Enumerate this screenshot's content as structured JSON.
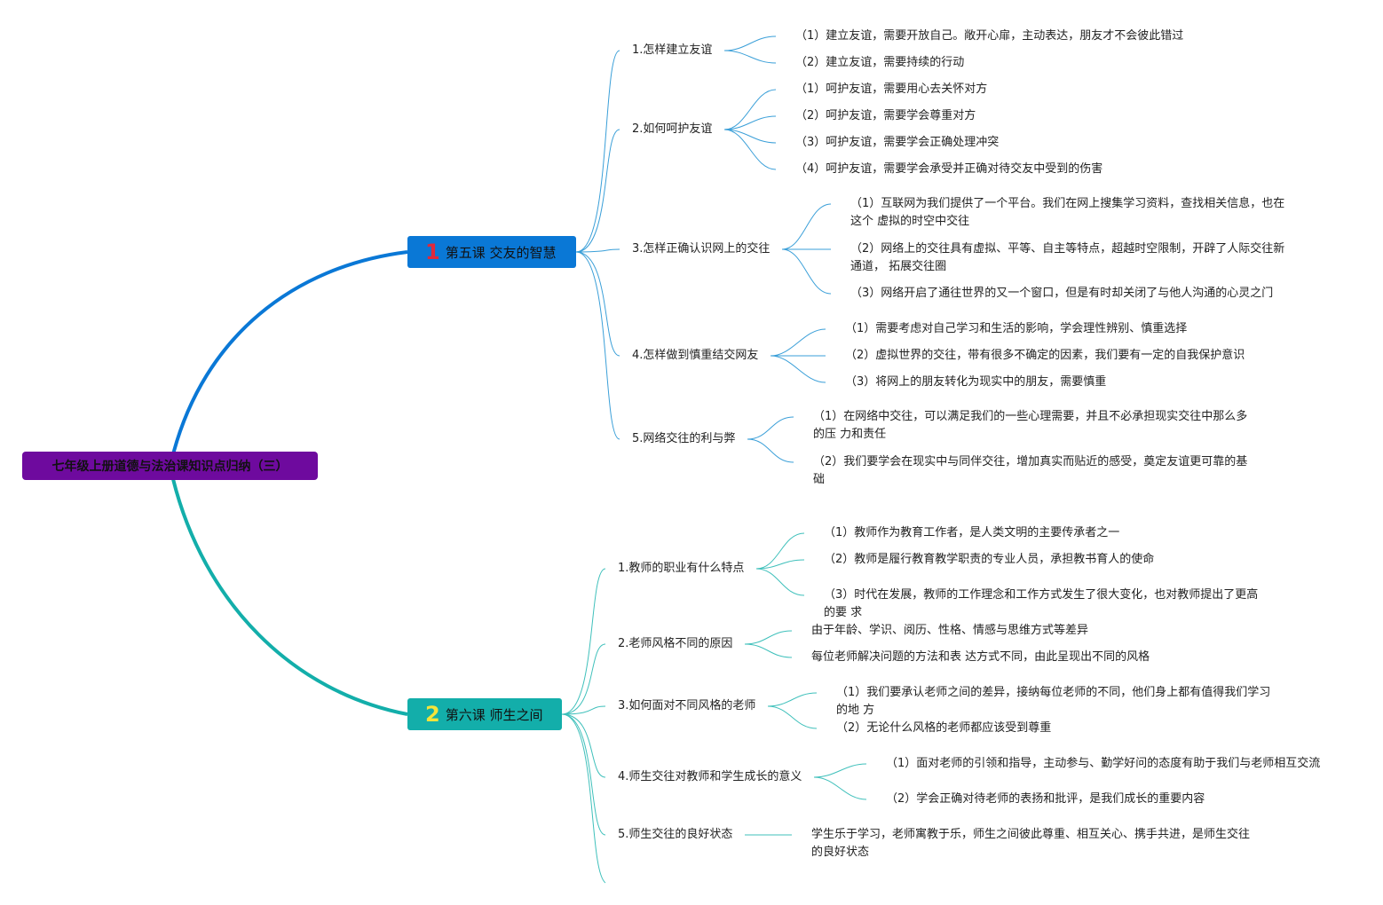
{
  "root": {
    "label": "七年级上册道德与法治课知识点归纳（三）"
  },
  "lessons": [
    {
      "number": "1",
      "title": "第五课 交友的智慧",
      "topics": [
        {
          "label": "1.怎样建立友谊",
          "points": [
            "（1）建立友谊，需要开放自己。敞开心扉，主动表达，朋友才不会彼此错过",
            "（2）建立友谊，需要持续的行动"
          ]
        },
        {
          "label": "2.如何呵护友谊",
          "points": [
            "（1）呵护友谊，需要用心去关怀对方",
            "（2）呵护友谊，需要学会尊重对方",
            "（3）呵护友谊，需要学会正确处理冲突",
            "（4）呵护友谊，需要学会承受并正确对待交友中受到的伤害"
          ]
        },
        {
          "label": "3.怎样正确认识网上的交往",
          "points": [
            "（1）互联网为我们提供了一个平台。我们在网上搜集学习资料，查找相关信息，也在这个 虚拟的时空中交往",
            "（2）网络上的交往具有虚拟、平等、自主等特点，超越时空限制，开辟了人际交往新通道， 拓展交往圈",
            "（3）网络开启了通往世界的又一个窗口，但是有时却关闭了与他人沟通的心灵之门"
          ]
        },
        {
          "label": "4.怎样做到慎重结交网友",
          "points": [
            "（1）需要考虑对自己学习和生活的影响，学会理性辨别、慎重选择",
            "（2）虚拟世界的交往，带有很多不确定的因素，我们要有一定的自我保护意识",
            "（3）将网上的朋友转化为现实中的朋友，需要慎重"
          ]
        },
        {
          "label": "5.网络交往的利与弊",
          "points": [
            "（1）在网络中交往，可以满足我们的一些心理需要，并且不必承担现实交往中那么多的压 力和责任",
            "（2）我们要学会在现实中与同伴交往，增加真实而贴近的感受，奠定友谊更可靠的基础"
          ]
        }
      ]
    },
    {
      "number": "2",
      "title": "第六课 师生之间",
      "topics": [
        {
          "label": "1.教师的职业有什么特点",
          "points": [
            "（1）教师作为教育工作者，是人类文明的主要传承者之一",
            "（2）教师是履行教育教学职责的专业人员，承担教书育人的使命",
            "（3）时代在发展，教师的工作理念和工作方式发生了很大变化，也对教师提出了更高的要 求"
          ]
        },
        {
          "label": "2.老师风格不同的原因",
          "points": [
            "由于年龄、学识、阅历、性格、情感与思维方式等差异",
            "每位老师解决问题的方法和表 达方式不同，由此呈现出不同的风格"
          ]
        },
        {
          "label": "3.如何面对不同风格的老师",
          "points": [
            "（1）我们要承认老师之间的差异，接纳每位老师的不同，他们身上都有值得我们学习的地 方",
            "（2）无论什么风格的老师都应该受到尊重"
          ]
        },
        {
          "label": "4.师生交往对教师和学生成长的意义",
          "points": [
            "（1）面对老师的引领和指导，主动参与、勤学好问的态度有助于我们与老师相互交流",
            "（2）学会正确对待老师的表扬和批评，是我们成长的重要内容"
          ]
        },
        {
          "label": "5.师生交往的良好状态",
          "points": [
            "学生乐于学习，老师寓教于乐，师生之间彼此尊重、相互关心、携手共进，是师生交往 的良好状态"
          ]
        }
      ]
    }
  ],
  "colors": {
    "root_bg": "#6e0a9e",
    "lesson1_bg": "#0a78d6",
    "lesson1_number": "#e0283a",
    "lesson2_bg": "#13aeaa",
    "lesson2_number": "#f5e43a",
    "branch1": "#0a78d6",
    "branch2": "#13aeaa",
    "thin1": "#3a9fd8",
    "thin2": "#3fc0bb"
  }
}
